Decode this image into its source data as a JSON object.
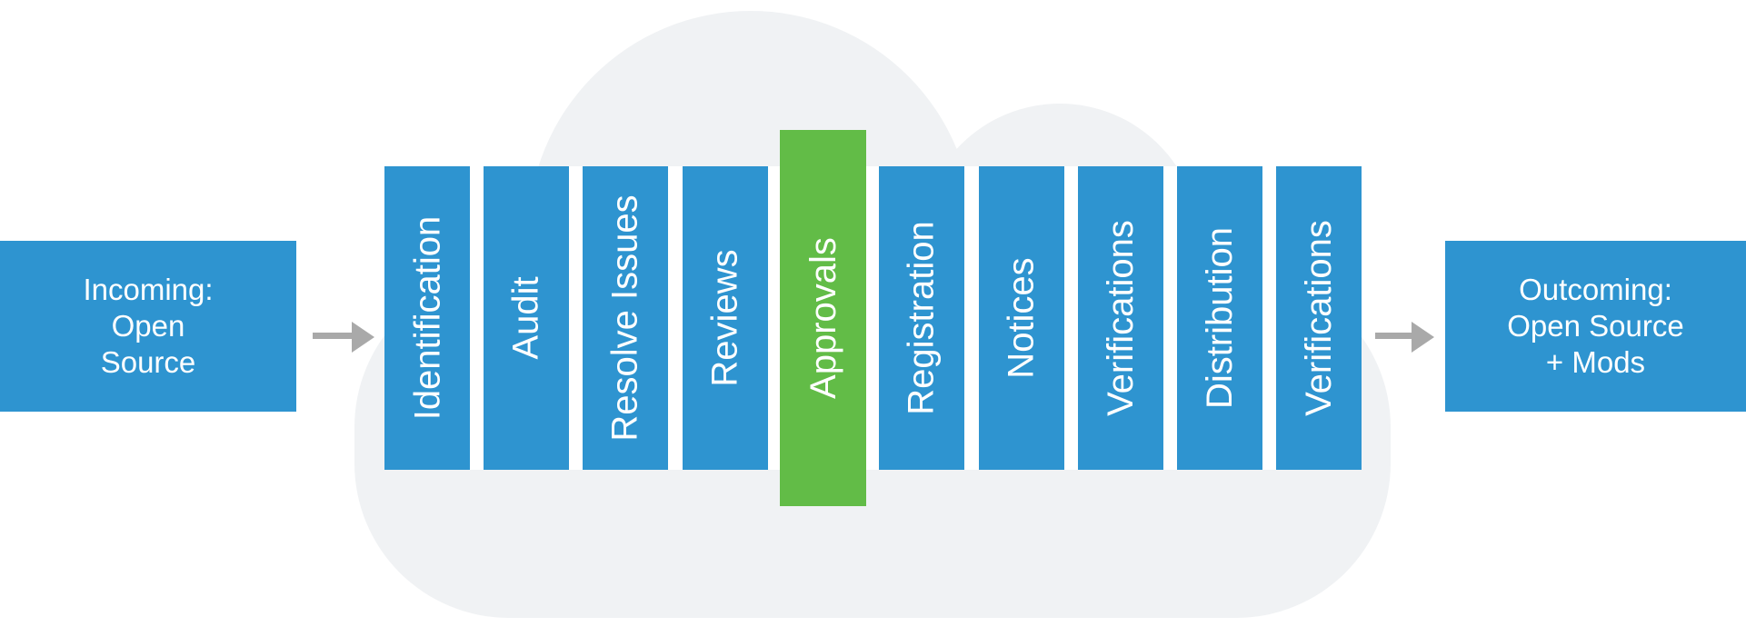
{
  "diagram": {
    "incoming_box": {
      "lines": [
        "Incoming:",
        "Open",
        "Source"
      ]
    },
    "outgoing_box": {
      "lines": [
        "Outcoming:",
        "Open Source",
        "+ Mods"
      ]
    },
    "stages": [
      {
        "label": "Identification",
        "highlighted": false
      },
      {
        "label": "Audit",
        "highlighted": false
      },
      {
        "label": "Resolve Issues",
        "highlighted": false
      },
      {
        "label": "Reviews",
        "highlighted": false
      },
      {
        "label": "Approvals",
        "highlighted": true
      },
      {
        "label": "Registration",
        "highlighted": false
      },
      {
        "label": "Notices",
        "highlighted": false
      },
      {
        "label": "Verifications",
        "highlighted": false
      },
      {
        "label": "Distribution",
        "highlighted": false
      },
      {
        "label": "Verifications",
        "highlighted": false
      }
    ],
    "colors": {
      "bar_blue": "#2E94D0",
      "bar_green": "#62BC47",
      "cloud": "#F0F2F4",
      "arrow": "#A9A9A9",
      "text": "#FFFFFF"
    }
  }
}
